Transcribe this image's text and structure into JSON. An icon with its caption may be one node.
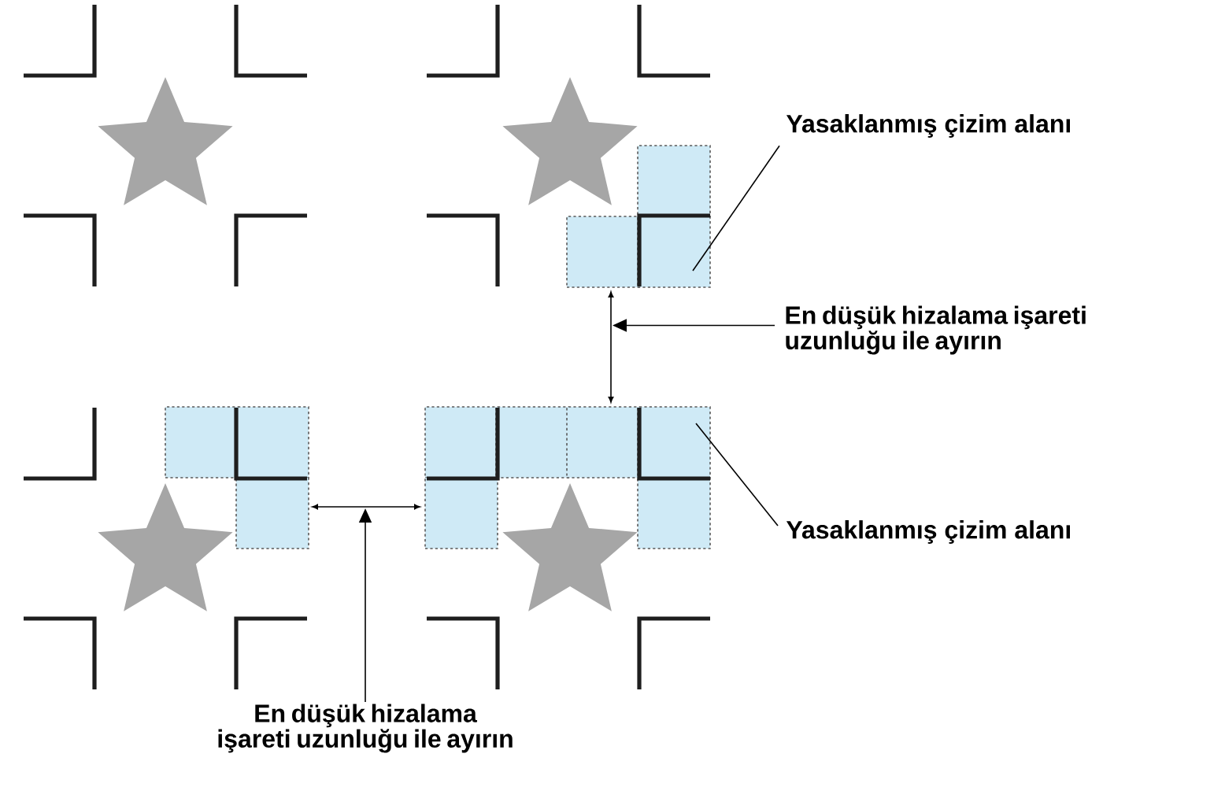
{
  "diagram": {
    "nodes": [
      {
        "text": [],
        "shape": "star"
      },
      {
        "text": [],
        "shape": "star"
      },
      {
        "text": [
          "Yasaklanmış çizim alanı"
        ]
      },
      {
        "text": [],
        "shape": "box"
      },
      {
        "text": [],
        "shape": "box"
      },
      {
        "text": [],
        "shape": "box"
      },
      {
        "text": [
          "En düşük hizalama işareti uzunluğu ile ayırın"
        ]
      },
      {
        "text": [],
        "shape": "box"
      },
      {
        "text": [],
        "shape": "box"
      },
      {
        "text": [],
        "shape": "box"
      },
      {
        "text": [],
        "shape": "box"
      },
      {
        "text": [],
        "shape": "box"
      },
      {
        "text": [],
        "shape": "box"
      },
      {
        "text": [],
        "shape": "box"
      },
      {
        "text": [],
        "shape": "box"
      },
      {
        "text": [],
        "shape": "box"
      },
      {
        "text": [
          "Yasaklanmış çizim alanı"
        ]
      },
      {
        "text": [],
        "shape": "star"
      },
      {
        "text": [],
        "shape": "star"
      },
      {
        "text": [
          "En düşük hizalama işareti uzunluğu ile ayırın"
        ]
      }
    ],
    "edges": [
      {
        "from": 2,
        "to": 5,
        "arrow": "none"
      },
      {
        "from": 6,
        "to": null,
        "arrow": "to"
      },
      {
        "from": 16,
        "to": 12,
        "arrow": "none"
      },
      {
        "from": 19,
        "to": null,
        "arrow": "to"
      }
    ]
  }
}
